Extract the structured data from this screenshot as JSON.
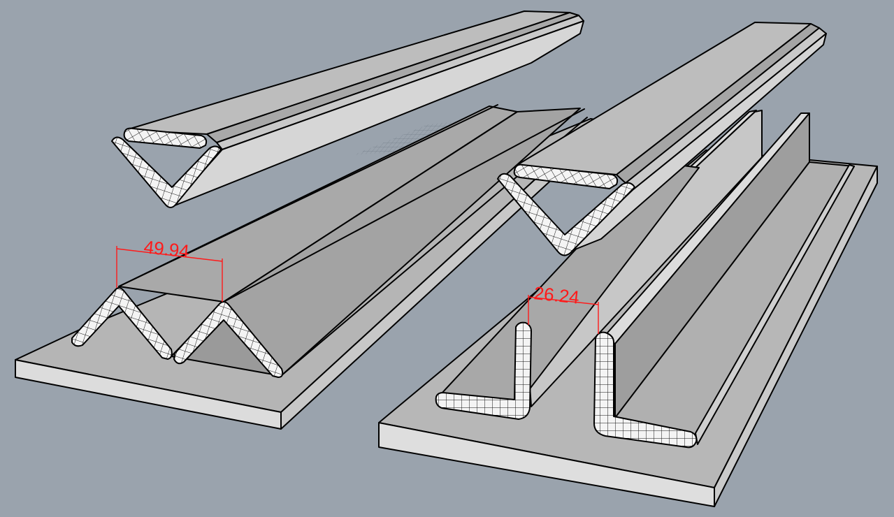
{
  "viewport": {
    "background": "#9aa3ad",
    "render_style": "technical shaded with edges"
  },
  "colors": {
    "face_light": "#d4d4d4",
    "face_mid": "#b9b9b9",
    "face_dark": "#8f8f8f",
    "edge": "#000000",
    "section_fill": "#f4f4f4",
    "dimension": "#ff1a1a",
    "reference_grid": "#7d8893"
  },
  "dimensions": {
    "left_peak_spacing": "49.94",
    "right_leg_spacing": "26.24"
  },
  "objects": [
    {
      "id": "left-upper-angle",
      "kind": "inverted V angle profile, meshed section"
    },
    {
      "id": "left-double-v-plate",
      "kind": "base plate with two V angle profiles"
    },
    {
      "id": "right-upper-angle",
      "kind": "inverted V angle profile, meshed section"
    },
    {
      "id": "right-l-plate",
      "kind": "base plate with two L angle profiles"
    }
  ]
}
